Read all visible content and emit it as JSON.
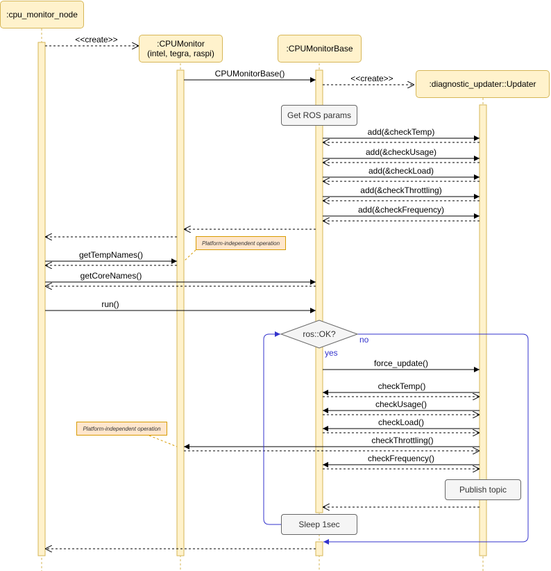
{
  "participants": {
    "node": ":cpu_monitor_node",
    "cpumonitor_line1": ":CPUMonitor",
    "cpumonitor_line2": "(intel, tegra, raspi)",
    "base": ":CPUMonitorBase",
    "updater": ":diagnostic_updater::Updater"
  },
  "messages": {
    "create1": "<<create>>",
    "ctor": "CPUMonitorBase()",
    "create2": "<<create>>",
    "add_temp": "add(&checkTemp)",
    "add_usage": "add(&checkUsage)",
    "add_load": "add(&checkLoad)",
    "add_throttling": "add(&checkThrottling)",
    "add_frequency": "add(&checkFrequency)",
    "get_temp_names": "getTempNames()",
    "get_core_names": "getCoreNames()",
    "run": "run()",
    "force_update": "force_update()",
    "check_temp": "checkTemp()",
    "check_usage": "checkUsage()",
    "check_load": "checkLoad()",
    "check_throttling": "checkThrottling()",
    "check_frequency": "checkFrequency()"
  },
  "actions": {
    "get_ros_params": "Get ROS params",
    "publish_topic": "Publish topic",
    "sleep": "Sleep 1sec"
  },
  "decision": {
    "label": "ros::OK?",
    "yes": "yes",
    "no": "no"
  },
  "notes": {
    "note1": "Platform-independent operation",
    "note2": "Platform-independent operation"
  },
  "colors": {
    "lifeline_fill": "#fff2cc",
    "lifeline_stroke": "#d6b656",
    "loop": "#3333cc",
    "note_fill": "#ffe6cc",
    "note_stroke": "#d79b00"
  }
}
